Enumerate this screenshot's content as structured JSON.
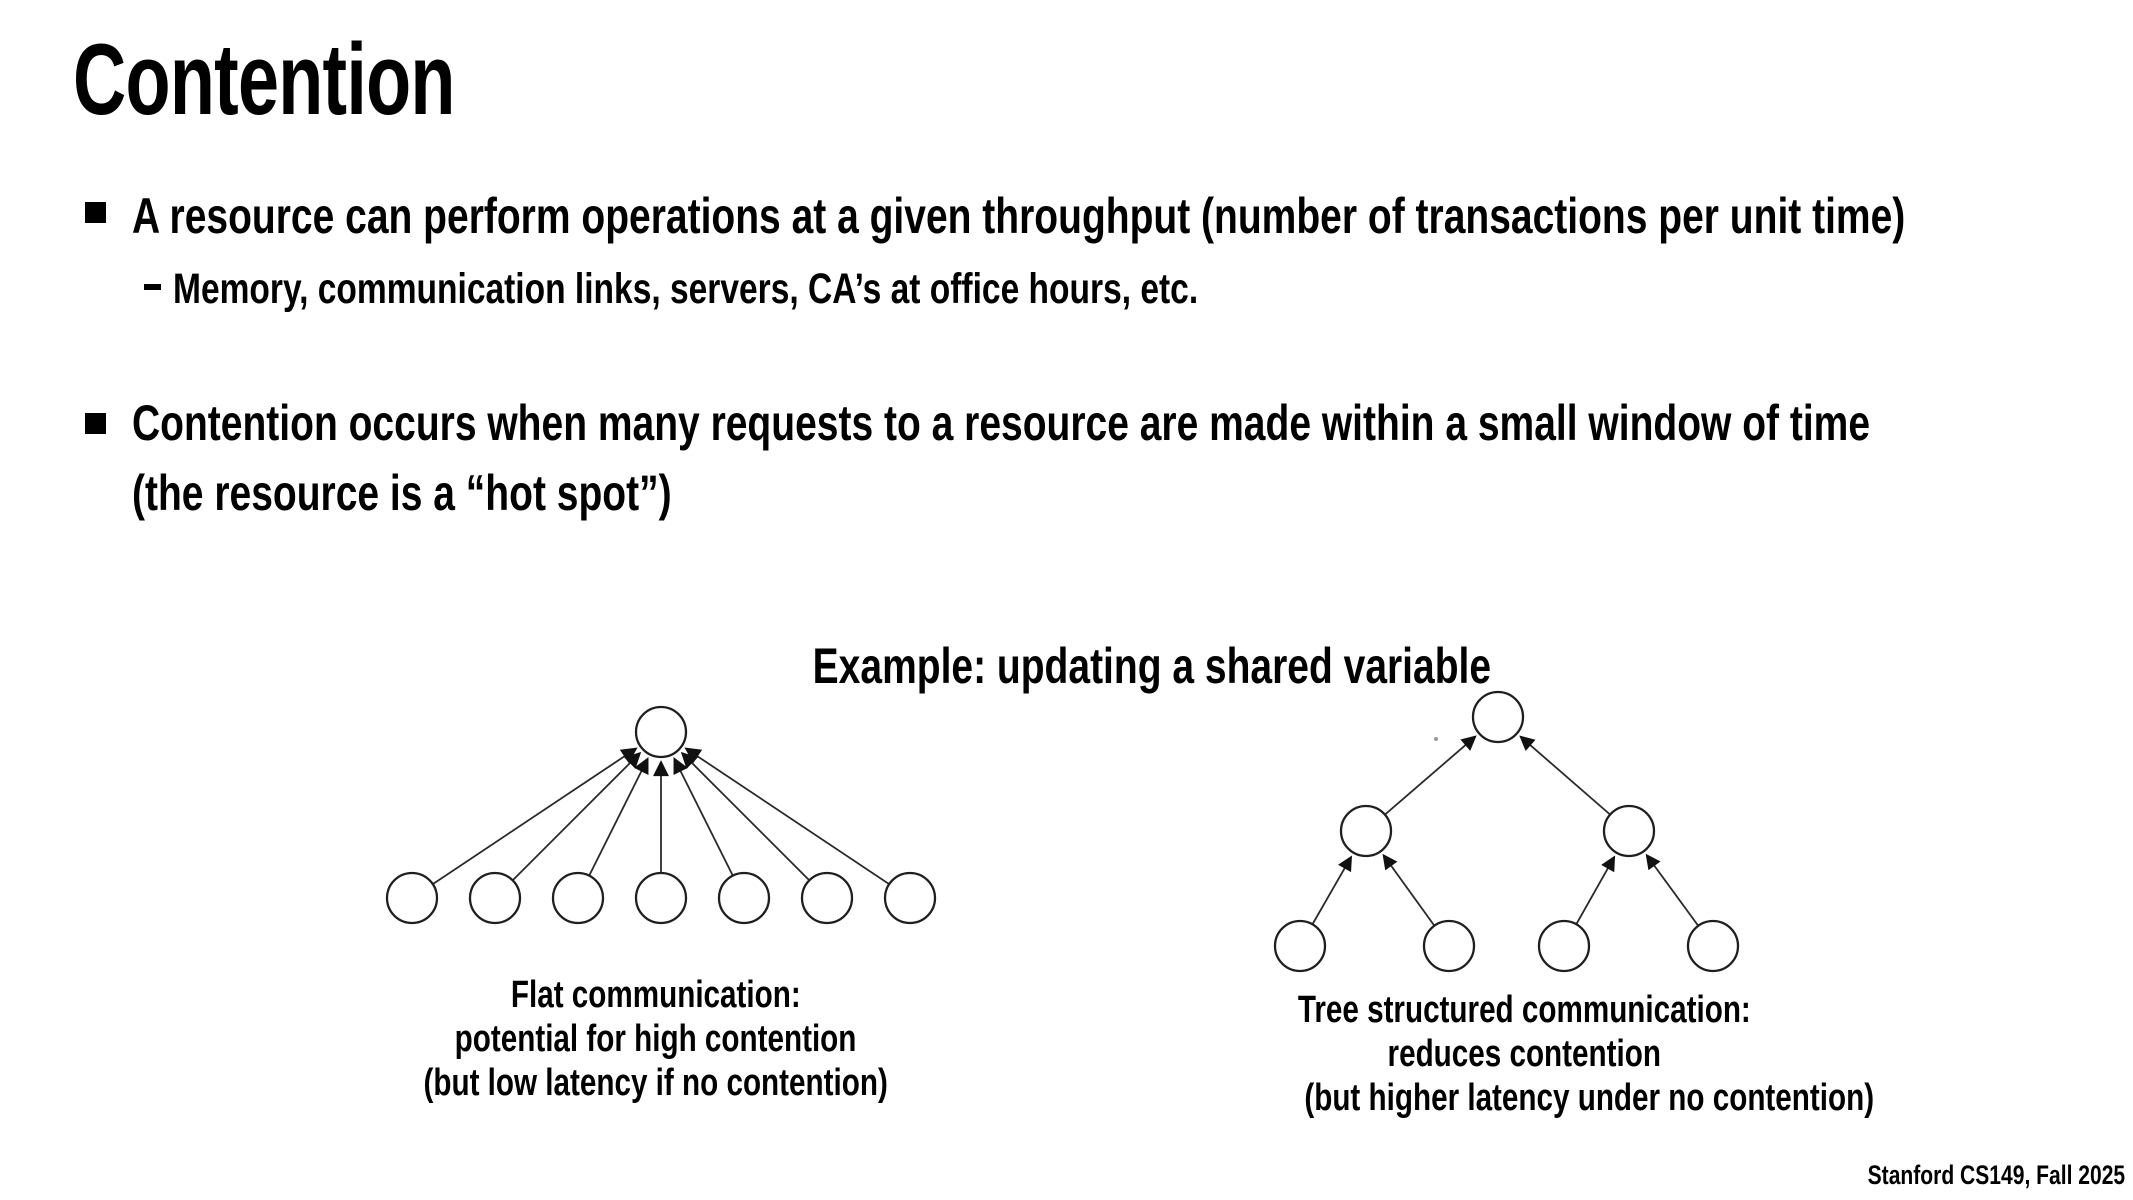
{
  "slide": {
    "title": "Contention",
    "bullets": [
      {
        "text": "A resource can perform operations at a given throughput (number of transactions per unit time)",
        "sub": [
          "Memory, communication links, servers, CA’s at office hours, etc."
        ]
      },
      {
        "lines": [
          "Contention occurs when many requests to a resource are made within a small window of time",
          "(the resource is a “hot spot”)"
        ]
      }
    ],
    "example_heading": "Example: updating a shared variable",
    "diagrams": {
      "flat": {
        "structure": "7 leaf nodes each send directly to 1 root node",
        "node_count": 8,
        "caption_lines": [
          "Flat communication:",
          "potential for high contention",
          "(but low latency if no contention)"
        ]
      },
      "tree": {
        "structure": "4 leaf nodes send to 2 intermediate nodes which send to 1 root node",
        "node_count": 7,
        "caption_lines": [
          "Tree structured communication:",
          "reduces contention",
          "(but higher latency under no contention)"
        ]
      }
    },
    "footer": "Stanford CS149, Fall 2025",
    "colors": {
      "text": "#000000",
      "background": "#ffffff",
      "diagram_stroke": "#1f1f1f"
    }
  }
}
